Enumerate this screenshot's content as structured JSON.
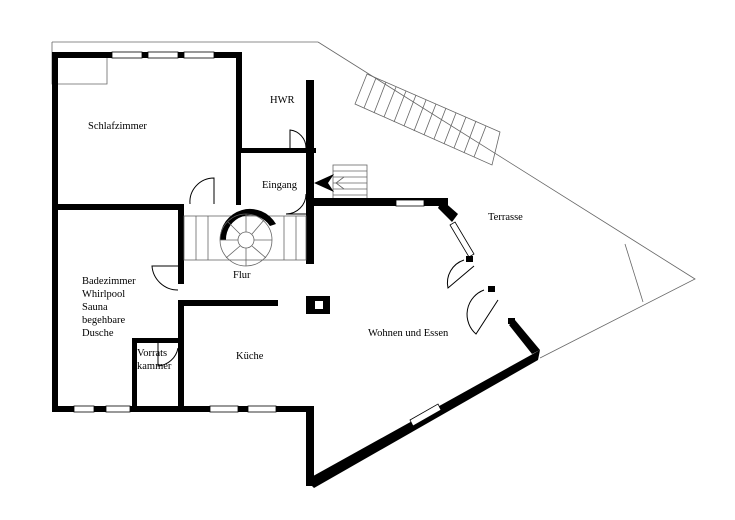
{
  "rooms": {
    "schlafzimmer": "Schlafzimmer",
    "hwr": "HWR",
    "eingang": "Eingang",
    "terrasse": "Terrasse",
    "flur": "Flur",
    "bad": [
      "Badezimmer",
      "Whirlpool",
      "Sauna",
      "begehbare",
      "Dusche"
    ],
    "vorrat": [
      "Vorrats",
      "kammer"
    ],
    "kueche": "Küche",
    "wohnen": "Wohnen und Essen"
  },
  "colors": {
    "wall": "#000000",
    "background": "#ffffff"
  }
}
